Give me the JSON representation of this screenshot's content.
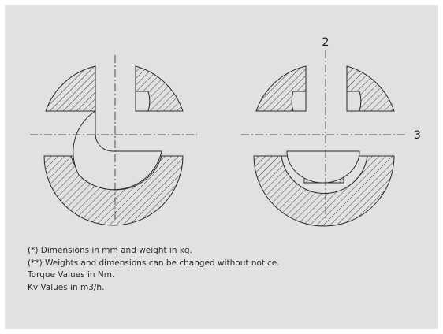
{
  "labels": {
    "axis_2": "2",
    "axis_3": "3"
  },
  "notes": [
    "(*) Dimensions in mm and weight in kg.",
    "(**) Weights and dimensions can be changed without notice.",
    "Torque Values in Nm.",
    "Kv Values in m3/h."
  ],
  "colors": {
    "background": "#e1e1e1",
    "line": "#2a2a2a"
  }
}
